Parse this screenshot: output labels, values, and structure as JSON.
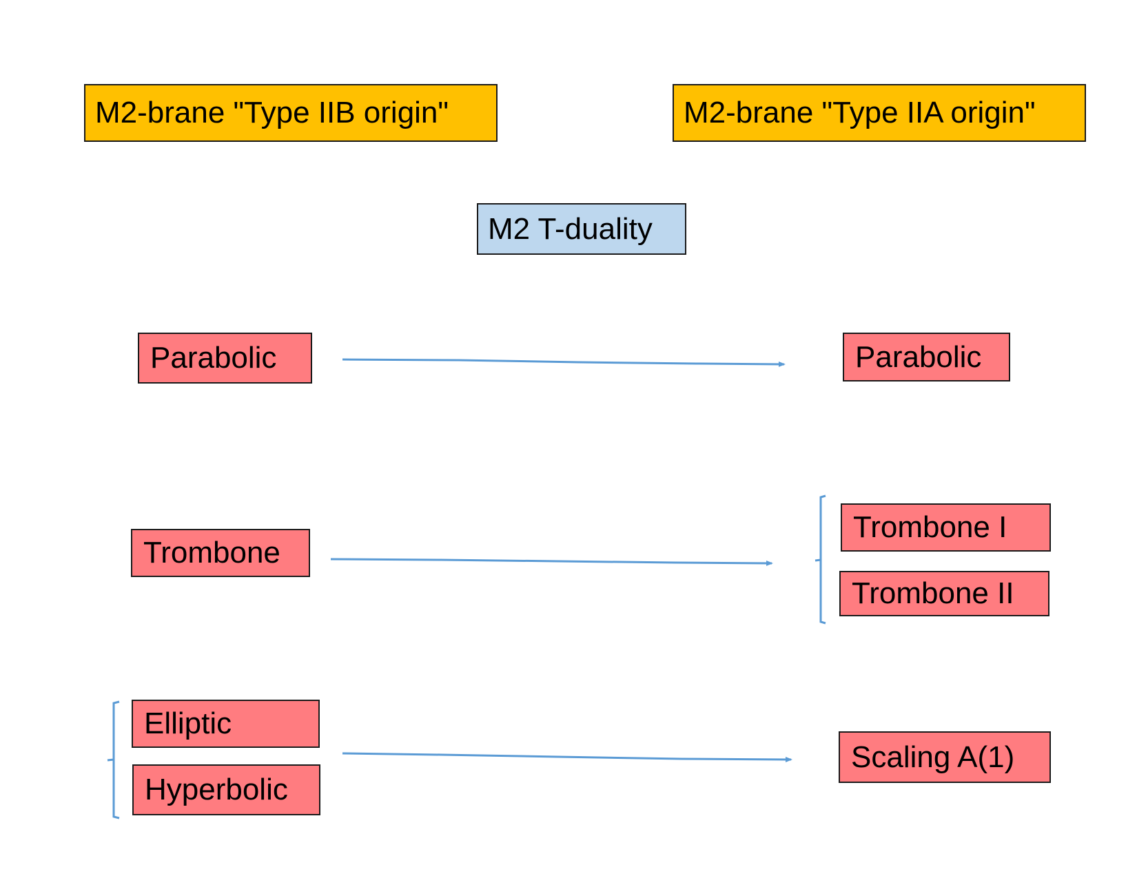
{
  "headers": {
    "left": "M2-brane \"Type IIB origin\"",
    "right": "M2-brane \"Type IIA origin\""
  },
  "center_label": "M2 T-duality",
  "left_column": {
    "parabolic": "Parabolic",
    "trombone": "Trombone",
    "elliptic": "Elliptic",
    "hyperbolic": "Hyperbolic"
  },
  "right_column": {
    "parabolic": "Parabolic",
    "trombone_1": "Trombone I",
    "trombone_2": "Trombone II",
    "scaling": "Scaling A(1)"
  },
  "colors": {
    "header_fill": "#ffc000",
    "center_fill": "#bdd7ee",
    "item_fill": "#ff7c80",
    "connector": "#5b9bd5"
  }
}
